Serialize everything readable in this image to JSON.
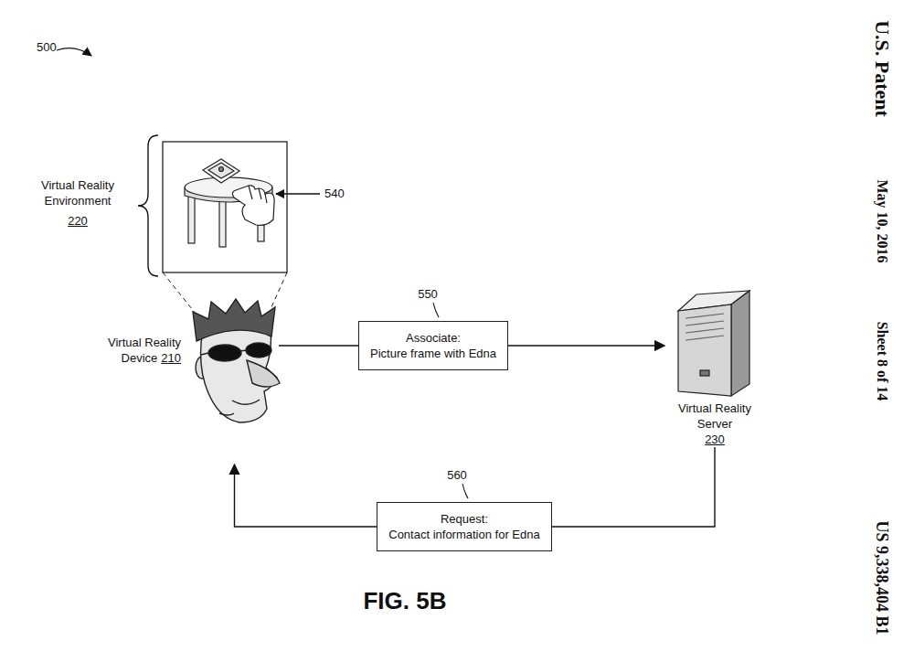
{
  "diagram": {
    "caption": "FIG. 5B",
    "nodes": [
      {
        "text": [
          "Virtual Reality Device",
          "210"
        ]
      },
      {
        "text": [
          "Associate:",
          "Picture frame with Edna"
        ]
      },
      {
        "text": [
          "Virtual Reality Server",
          "230"
        ]
      },
      {
        "text": [
          "Request:",
          "Contact information for Edna"
        ]
      }
    ],
    "edges": [
      {
        "from": 0,
        "to": 1,
        "arrow": "none"
      },
      {
        "from": 1,
        "to": 2,
        "arrow": "to"
      },
      {
        "from": 2,
        "to": 3,
        "arrow": "none"
      },
      {
        "from": 3,
        "to": 0,
        "arrow": "to"
      }
    ],
    "labels": [
      "500",
      "U.S. Patent",
      "May 10, 2016",
      "Sheet 8 of 14",
      "US 9,338,404 B1",
      "Virtual Reality Environment",
      "220",
      "540",
      "550",
      "560"
    ]
  }
}
